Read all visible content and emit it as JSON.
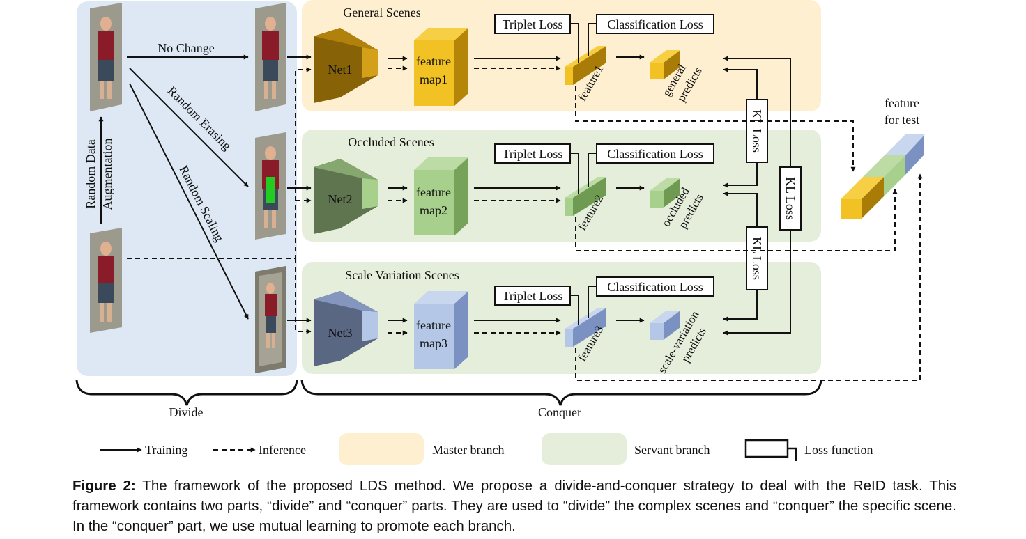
{
  "divide": {
    "augment_label_1": "Random Data",
    "augment_label_2": "Augmentation",
    "arrows": {
      "no_change": "No Change",
      "random_erasing": "Random Erasing",
      "random_scaling": "Random Scaling"
    },
    "section_label": "Divide"
  },
  "conquer": {
    "section_label": "Conquer",
    "branches": [
      {
        "title": "General Scenes",
        "net": "Net1",
        "map_line1": "feature",
        "map_line2": "map1",
        "feature": "feature1",
        "predicts_line1": "general",
        "predicts_line2": "predicts",
        "triplet_loss": "Triplet Loss",
        "classification_loss": "Classification Loss"
      },
      {
        "title": "Occluded Scenes",
        "net": "Net2",
        "map_line1": "feature",
        "map_line2": "map2",
        "feature": "feature2",
        "predicts_line1": "occluded",
        "predicts_line2": "predicts",
        "triplet_loss": "Triplet Loss",
        "classification_loss": "Classification Loss"
      },
      {
        "title": "Scale Variation Scenes",
        "net": "Net3",
        "map_line1": "feature",
        "map_line2": "map3",
        "feature": "feature3",
        "predicts_line1": "scale-variation",
        "predicts_line2": "predicts",
        "triplet_loss": "Triplet Loss",
        "classification_loss": "Classification Loss"
      }
    ],
    "kl_losses": [
      "KL Loss",
      "KL Loss",
      "KL Loss"
    ]
  },
  "test": {
    "line1": "feature",
    "line2": "for test"
  },
  "legend": {
    "training": "Training",
    "inference": "Inference",
    "master": "Master branch",
    "servant": "Servant branch",
    "loss": "Loss function"
  },
  "colors": {
    "divide_bg": "#dde8f4",
    "master_bg": "#fdefcf",
    "servant_bg": "#e5eedb",
    "gold_front": "#f2c124",
    "gold_dark": "#a97c08",
    "green_front": "#a8d08d",
    "green_dark": "#5f7550",
    "blue_front": "#b4c7e7",
    "blue_dark": "#5a6782",
    "erase_patch": "#22cc22"
  },
  "caption": {
    "label": "Figure 2:",
    "text": " The framework of the proposed LDS method.  We propose a divide-and-conquer strategy to deal with the ReID task.  This framework contains two parts, “divide” and “conquer” parts.  They are used to “divide” the complex scenes and “conquer” the specific scene.  In the “conquer” part, we use mutual learning to promote each branch."
  }
}
